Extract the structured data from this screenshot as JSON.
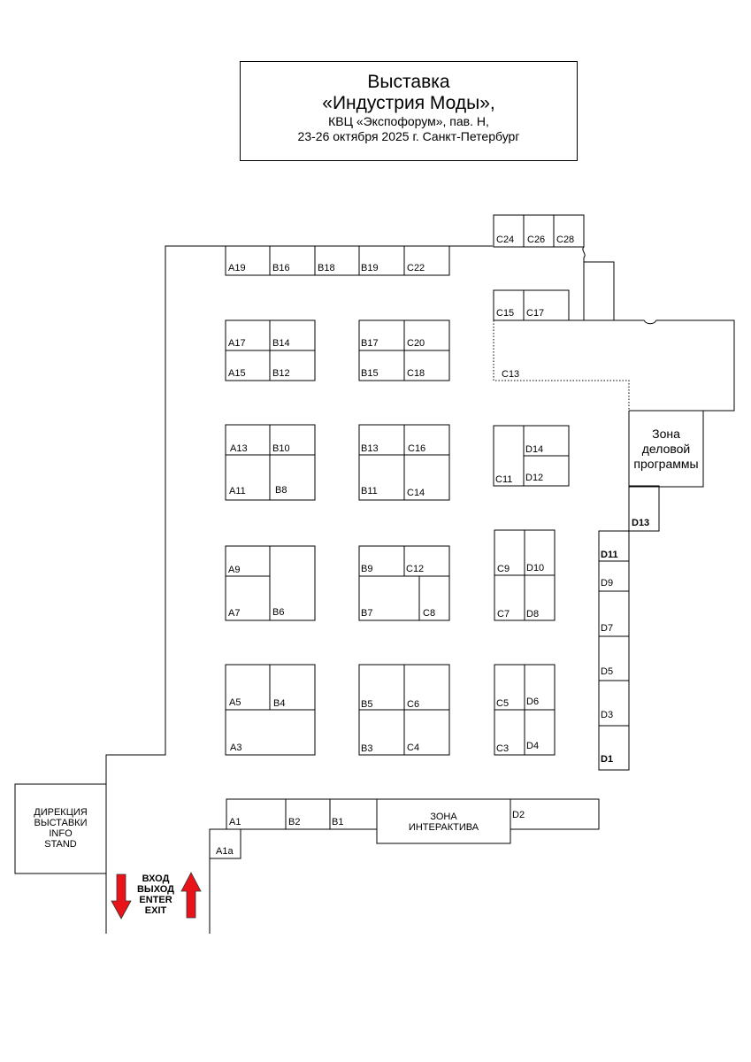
{
  "title": {
    "line1": "Выставка",
    "line2": "«Индустрия Моды»,",
    "line3": "КВЦ «Экспофорум», пав. Н,",
    "line4": "23-26 октября 2025 г. Санкт-Петербург"
  },
  "stands": {
    "C24": "C24",
    "C26": "C26",
    "C28": "C28",
    "A19": "A19",
    "B16": "B16",
    "B18": "B18",
    "B19": "B19",
    "C22": "C22",
    "C15": "C15",
    "C17": "C17",
    "C13": "C13",
    "A17": "A17",
    "B14": "B14",
    "A15": "A15",
    "B12": "B12",
    "B17": "B17",
    "C20": "C20",
    "B15": "B15",
    "C18": "C18",
    "A13": "A13",
    "B10": "B10",
    "A11": "A11",
    "B8": "B8",
    "B13": "B13",
    "C16": "C16",
    "B11": "B11",
    "C14": "C14",
    "C11": "C11",
    "D14": "D14",
    "D12": "D12",
    "D13": "D13",
    "A9": "A9",
    "A7": "A7",
    "B6": "B6",
    "B9": "B9",
    "C12": "C12",
    "B7": "B7",
    "C8": "C8",
    "C9": "C9",
    "D10": "D10",
    "C7": "C7",
    "D8": "D8",
    "D11": "D11",
    "D9": "D9",
    "D7": "D7",
    "D5": "D5",
    "D3": "D3",
    "D1": "D1",
    "A5": "A5",
    "B4": "B4",
    "A3": "A3",
    "B5": "B5",
    "C6": "C6",
    "B3": "B3",
    "C4": "C4",
    "C5": "C5",
    "D6": "D6",
    "C3": "C3",
    "D4": "D4",
    "A1": "A1",
    "B2": "B2",
    "B1": "B1",
    "D2": "D2",
    "A1a": "A1a"
  },
  "zones": {
    "business_line1": "Зона",
    "business_line2": "деловой",
    "business_line3": "программы",
    "interactive_line1": "ЗОНА",
    "interactive_line2": "ИНТЕРАКТИВА",
    "directorate_line1": "ДИРЕКЦИЯ",
    "directorate_line2": "ВЫСТАВКИ",
    "directorate_line3": "INFO",
    "directorate_line4": "STAND"
  },
  "entrance": {
    "line1": "ВХОД",
    "line2": "ВЫХОД",
    "line3": "ENTER",
    "line4": "EXIT"
  },
  "colors": {
    "arrow": "#e8141a",
    "line": "#000000"
  },
  "icons": {
    "exit_arrow": "arrow-down-icon",
    "enter_arrow": "arrow-up-icon"
  }
}
